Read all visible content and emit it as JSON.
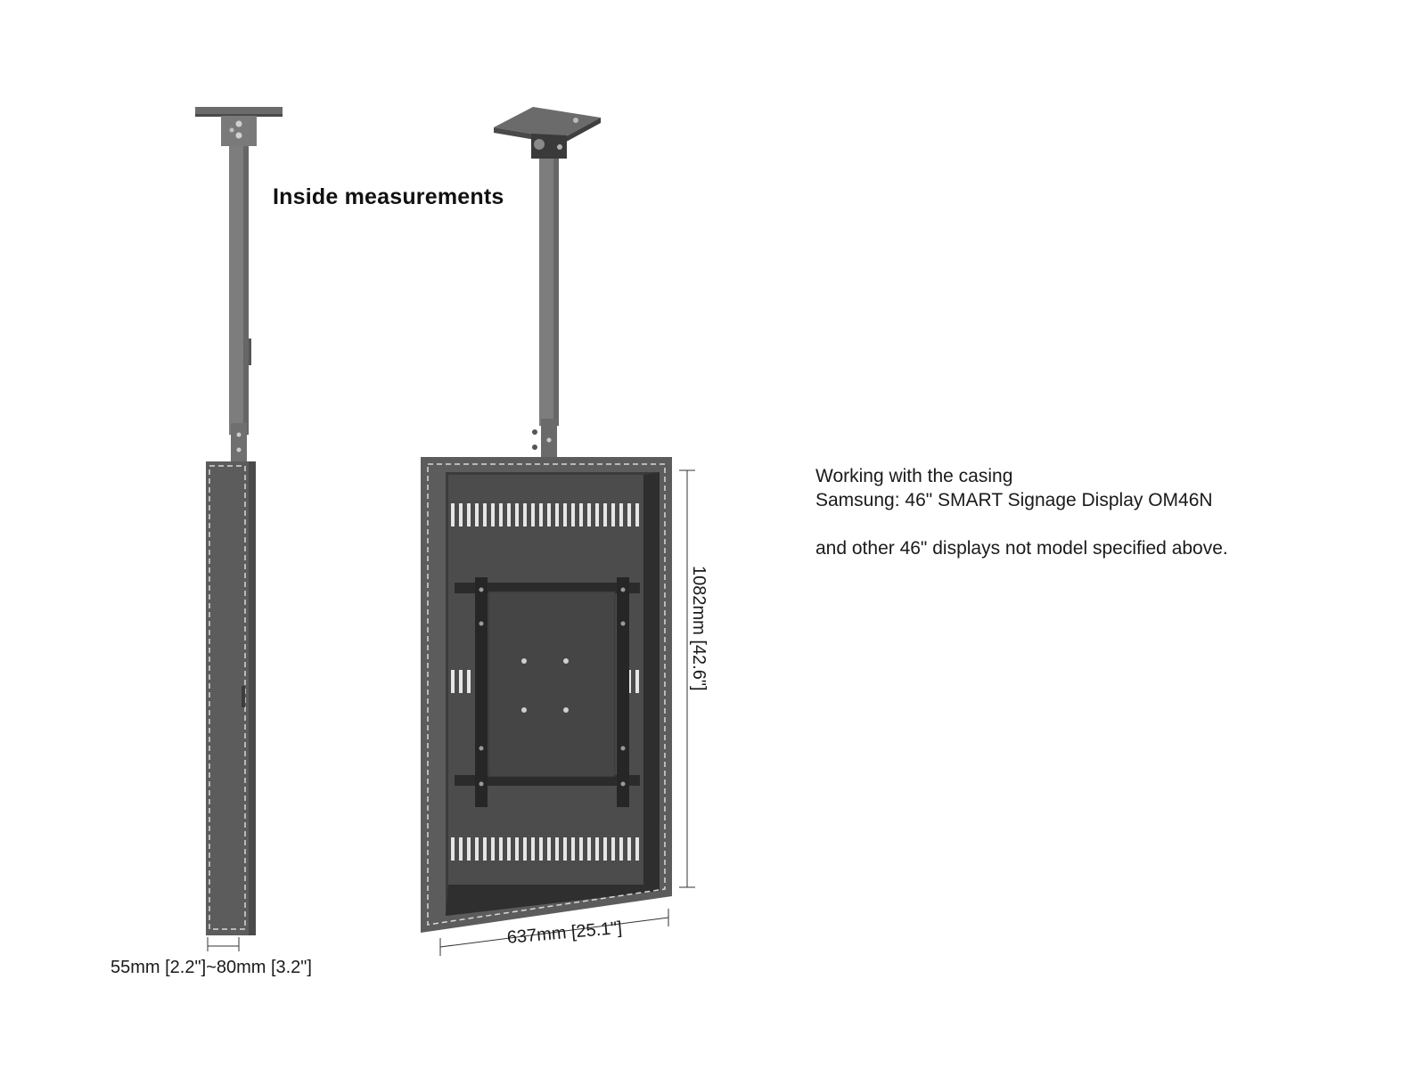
{
  "diagram": {
    "title": "Inside measurements",
    "dimensions": {
      "side_depth": "55mm [2.2\"]~80mm [3.2\"]",
      "width": "637mm [25.1\"]",
      "height": "1082mm [42.6\"]"
    },
    "compatibility": {
      "heading": "Working with the casing",
      "model": "Samsung: 46\" SMART Signage Display OM46N",
      "note": "and other 46\" displays not model specified above."
    },
    "colors": {
      "casing": "#5c5c5c",
      "casing_dark": "#3a3a3a",
      "pole": "#7a7a7a",
      "dash": "#d8d8d8",
      "dimension_line": "#333333"
    }
  }
}
